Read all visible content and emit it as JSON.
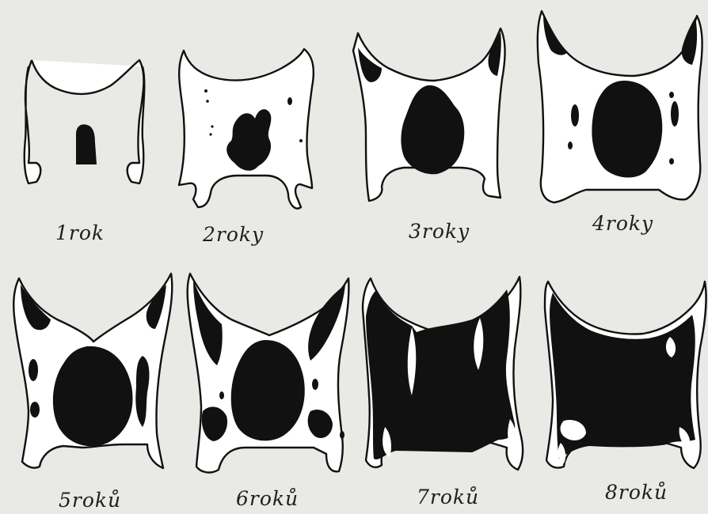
{
  "figure": {
    "panels": [
      {
        "label": "1rok"
      },
      {
        "label": "2roky"
      },
      {
        "label": "3roky"
      },
      {
        "label": "4roky"
      },
      {
        "label": "5roků"
      },
      {
        "label": "6roků"
      },
      {
        "label": "7roků"
      },
      {
        "label": "8roků"
      }
    ],
    "colors": {
      "background": "#e9e9e5",
      "shape_fill": "#ffffff",
      "ink": "#111111"
    }
  }
}
